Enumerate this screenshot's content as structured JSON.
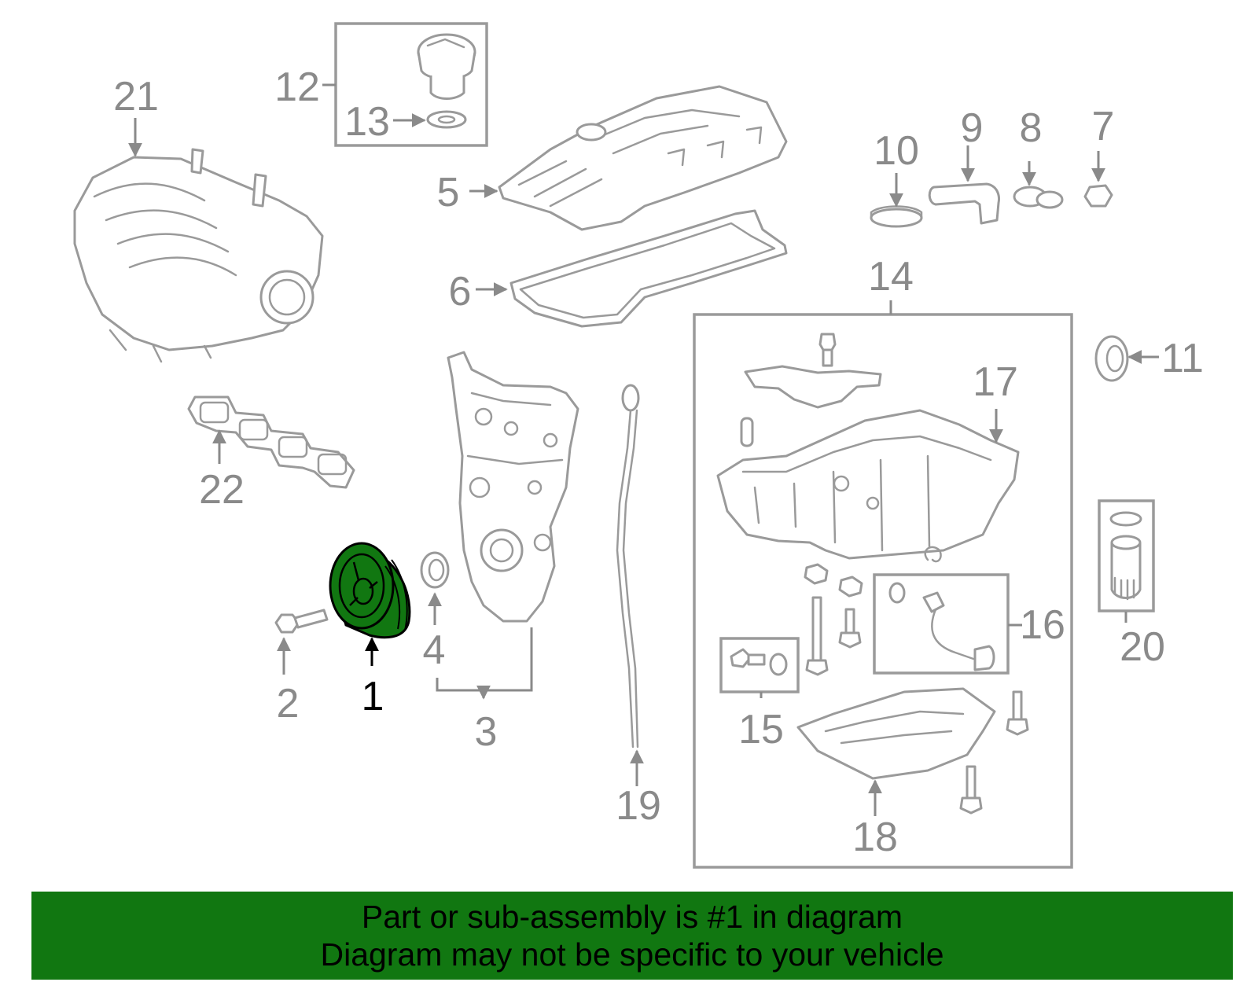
{
  "diagram": {
    "callouts": [
      "1",
      "2",
      "3",
      "4",
      "5",
      "6",
      "7",
      "8",
      "9",
      "10",
      "11",
      "12",
      "13",
      "14",
      "15",
      "16",
      "17",
      "18",
      "19",
      "20",
      "21",
      "22"
    ],
    "highlighted_part": "1",
    "highlight_color": "#117711"
  },
  "banner": {
    "line1": "Part or sub-assembly is #1 in diagram",
    "line2": "Diagram may not be specific to your vehicle",
    "background": "#117711"
  }
}
